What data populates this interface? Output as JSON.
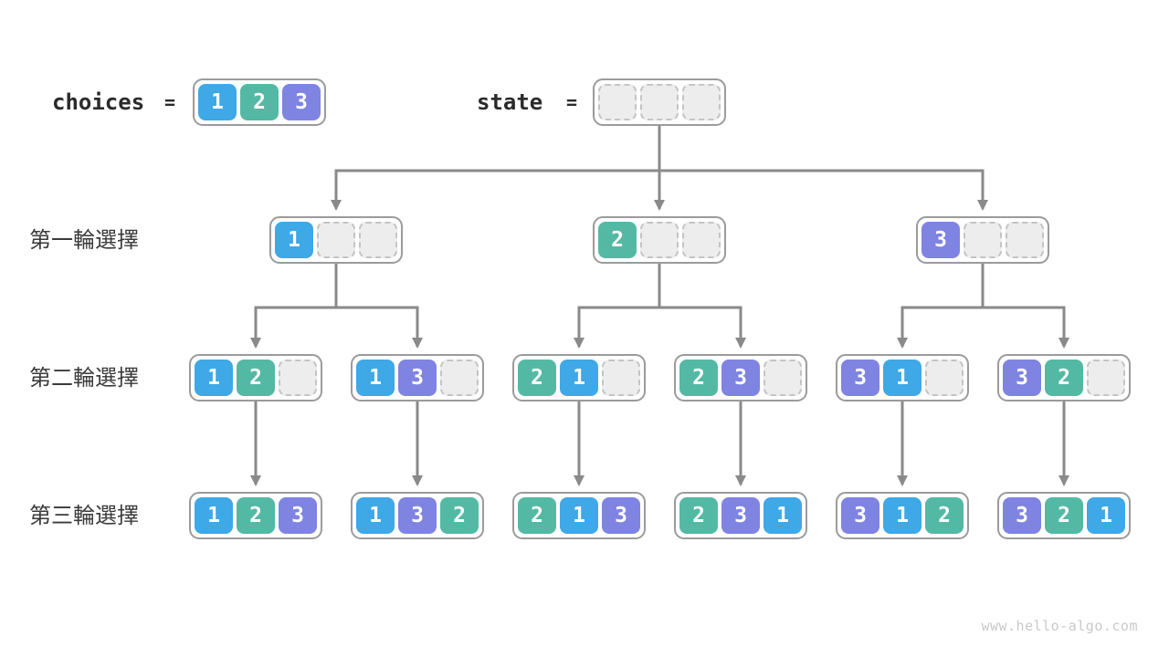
{
  "header": {
    "choices_label": "choices",
    "equals": "=",
    "state_label": "state",
    "choices": [
      "1",
      "2",
      "3"
    ],
    "state": [
      "",
      "",
      ""
    ]
  },
  "row_labels": [
    "第一輪選擇",
    "第二輪選擇",
    "第三輪選擇"
  ],
  "tree": {
    "level1": [
      [
        "1",
        "",
        ""
      ],
      [
        "2",
        "",
        ""
      ],
      [
        "3",
        "",
        ""
      ]
    ],
    "level2": [
      [
        "1",
        "2",
        ""
      ],
      [
        "1",
        "3",
        ""
      ],
      [
        "2",
        "1",
        ""
      ],
      [
        "2",
        "3",
        ""
      ],
      [
        "3",
        "1",
        ""
      ],
      [
        "3",
        "2",
        ""
      ]
    ],
    "level3": [
      [
        "1",
        "2",
        "3"
      ],
      [
        "1",
        "3",
        "2"
      ],
      [
        "2",
        "1",
        "3"
      ],
      [
        "2",
        "3",
        "1"
      ],
      [
        "3",
        "1",
        "2"
      ],
      [
        "3",
        "2",
        "1"
      ]
    ]
  },
  "colors": {
    "1": "#3FA8E6",
    "2": "#54B9A4",
    "3": "#7F84E2",
    "arrow": "#8A8A8A",
    "node_border": "#9B9B9B",
    "empty_fill": "#EDEDED",
    "empty_border": "#C4C4C4"
  },
  "watermark": "www.hello-algo.com"
}
